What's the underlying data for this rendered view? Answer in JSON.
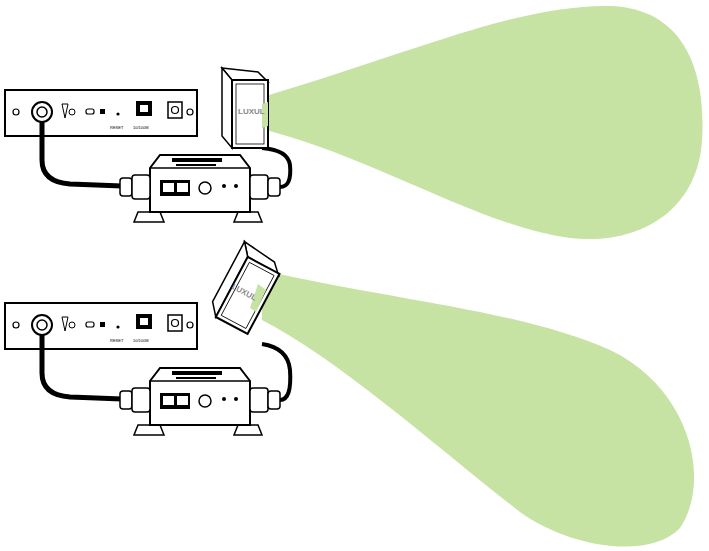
{
  "diagram": {
    "labels": [
      "LUXUL",
      "RESET",
      "10/100M",
      "LUXUL",
      "RESET",
      "10/100M"
    ]
  }
}
